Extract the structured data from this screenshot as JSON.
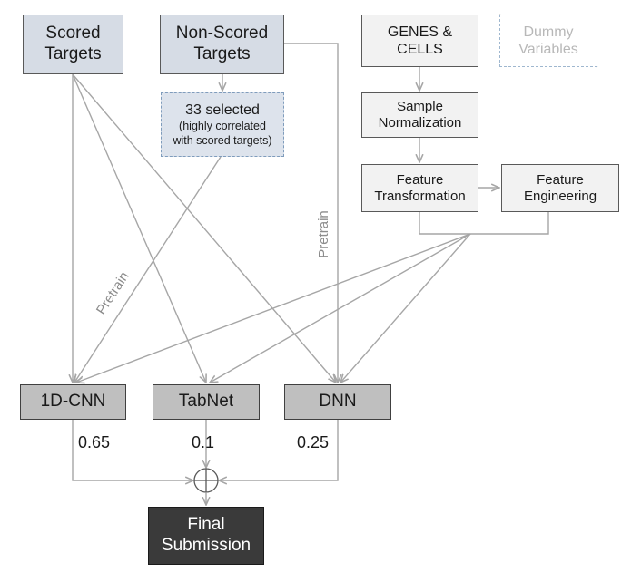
{
  "nodes": {
    "scored_targets": [
      "Scored",
      "Targets"
    ],
    "non_scored_targets": [
      "Non-Scored",
      "Targets"
    ],
    "selected": {
      "main": "33 selected",
      "sub": [
        "(highly correlated",
        "with scored targets)"
      ]
    },
    "genes_cells": [
      "GENES &",
      "CELLS"
    ],
    "dummy_variables": [
      "Dummy",
      "Variables"
    ],
    "sample_normalization": [
      "Sample",
      "Normalization"
    ],
    "feature_transformation": [
      "Feature",
      "Transformation"
    ],
    "feature_engineering": [
      "Feature",
      "Engineering"
    ],
    "cnn": "1D-CNN",
    "tabnet": "TabNet",
    "dnn": "DNN",
    "final_submission": [
      "Final",
      "Submission"
    ]
  },
  "weights": {
    "cnn": "0.65",
    "tabnet": "0.1",
    "dnn": "0.25"
  },
  "edge_labels": {
    "pretrain_cnn": "Pretrain",
    "pretrain_dnn": "Pretrain"
  },
  "colors": {
    "line": "#a6a6a6",
    "targets_fill": "#d6dce5",
    "process_fill": "#f2f2f2",
    "model_fill": "#bfbfbf",
    "final_fill": "#3a3a3a"
  }
}
